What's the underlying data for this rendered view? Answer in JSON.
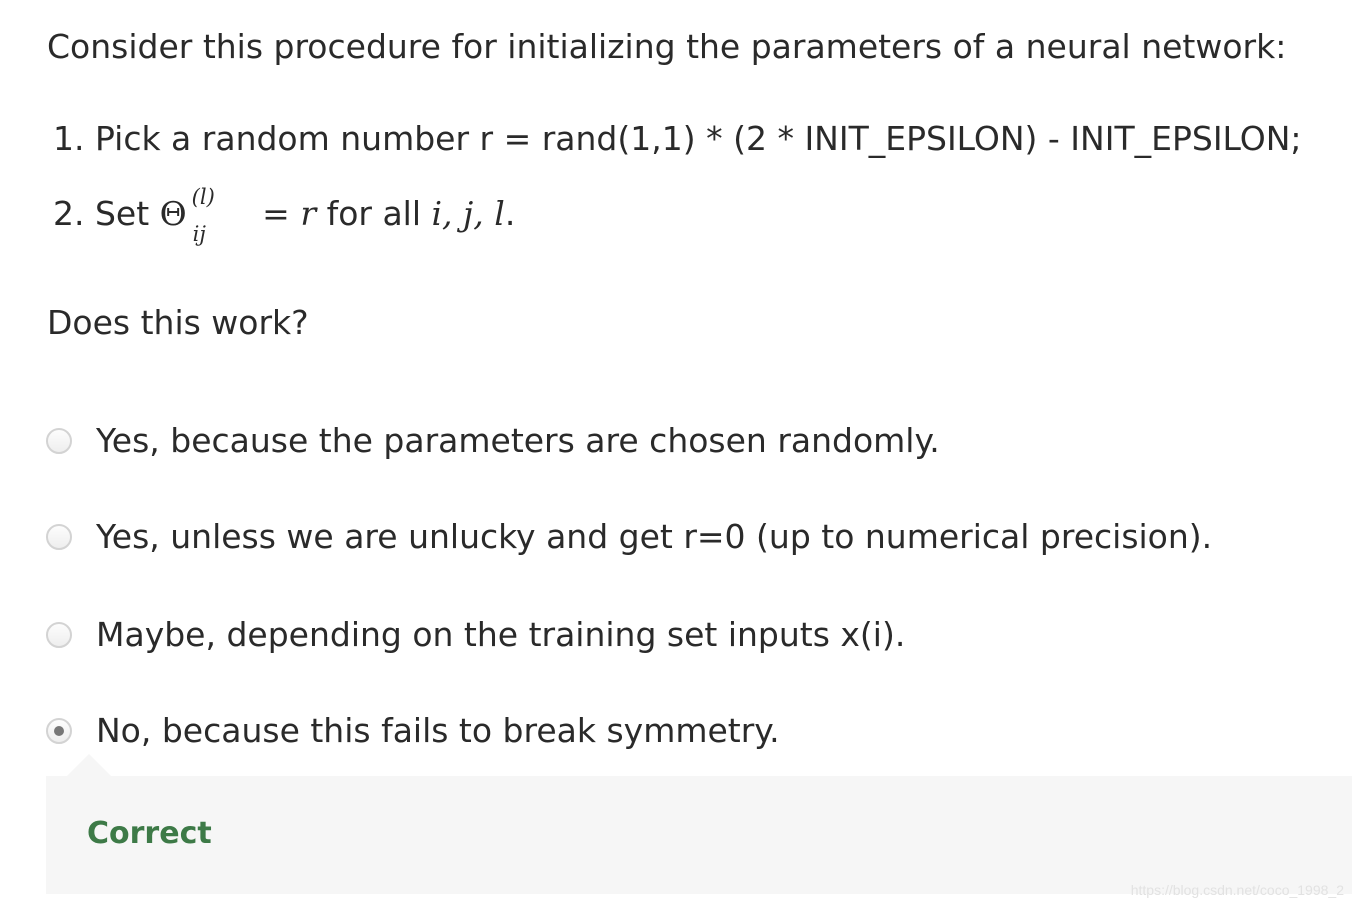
{
  "question": {
    "text": "Consider this procedure for initializing the parameters of a neural network:"
  },
  "steps": [
    {
      "text": "1. Pick a random number r = rand(1,1) * (2 * INIT_EPSILON) - INIT_EPSILON;"
    },
    {
      "prefix": "2. Set ",
      "theta": "Θ",
      "superscript": "(l)",
      "subscript": "ij",
      "equals": "=",
      "variable": "r",
      "middle": " for all ",
      "indices": "i, j, l",
      "period": "."
    }
  ],
  "prompt": {
    "text": "Does this work?"
  },
  "options": [
    {
      "label": "Yes, because the parameters are chosen randomly.",
      "selected": false
    },
    {
      "label": "Yes, unless we are unlucky and get r=0 (up to numerical precision).",
      "selected": false
    },
    {
      "label": "Maybe, depending on the training set inputs x(i).",
      "selected": false
    },
    {
      "label": "No, because this fails to break symmetry.",
      "selected": true
    }
  ],
  "feedback": {
    "text": "Correct",
    "color": "#3d7a47"
  },
  "watermark": {
    "text": "https://blog.csdn.net/coco_1998_2"
  }
}
